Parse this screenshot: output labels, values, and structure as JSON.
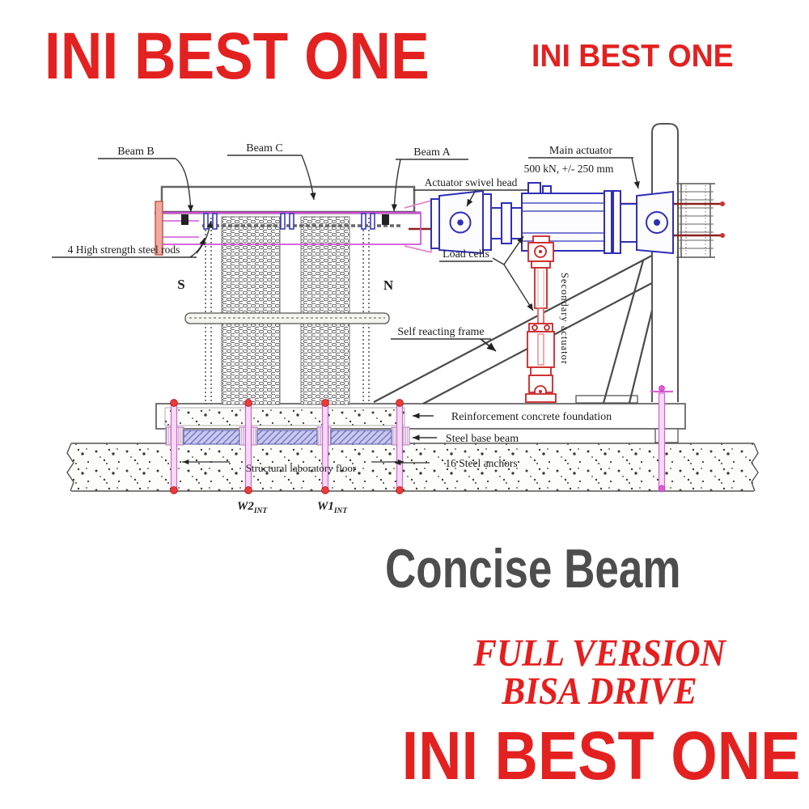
{
  "watermarks": {
    "top_left": "INI BEST ONE",
    "top_right": "INI BEST ONE",
    "full_version": "FULL VERSION",
    "bisa_drive": "BISA DRIVE",
    "bottom": "INI BEST ONE"
  },
  "product": {
    "title": "Concise Beam"
  },
  "diagram": {
    "labels": {
      "beam_b": "Beam B",
      "beam_c": "Beam C",
      "beam_a": "Beam A",
      "main_actuator": "Main actuator",
      "actuator_spec": "500 kN, +/- 250 mm",
      "swivel_head": "Actuator swivel head",
      "load_cells": "Load cells",
      "steel_rods": "4 High strength steel rods",
      "south": "S",
      "north": "N",
      "self_reacting_frame": "Self reacting frame",
      "secondary_actuator": "Secondary actuator",
      "foundation": "Reinforcement concrete foundation",
      "steel_base_beam": "Steel base beam",
      "lab_floor": "Structural laboratory floor",
      "steel_anchors": "16 Steel anchors",
      "w2": "W2",
      "w2_sub": "INT",
      "w1": "W1",
      "w1_sub": "INT"
    },
    "colors": {
      "watermark_red": "#e32120",
      "title_gray": "#4d4d4d",
      "actuator_blue": "#2f2fb6",
      "secondary_actuator_red": "#cc2424",
      "anchor_magenta": "#d364d3",
      "beam_magenta": "#d455d4"
    }
  }
}
